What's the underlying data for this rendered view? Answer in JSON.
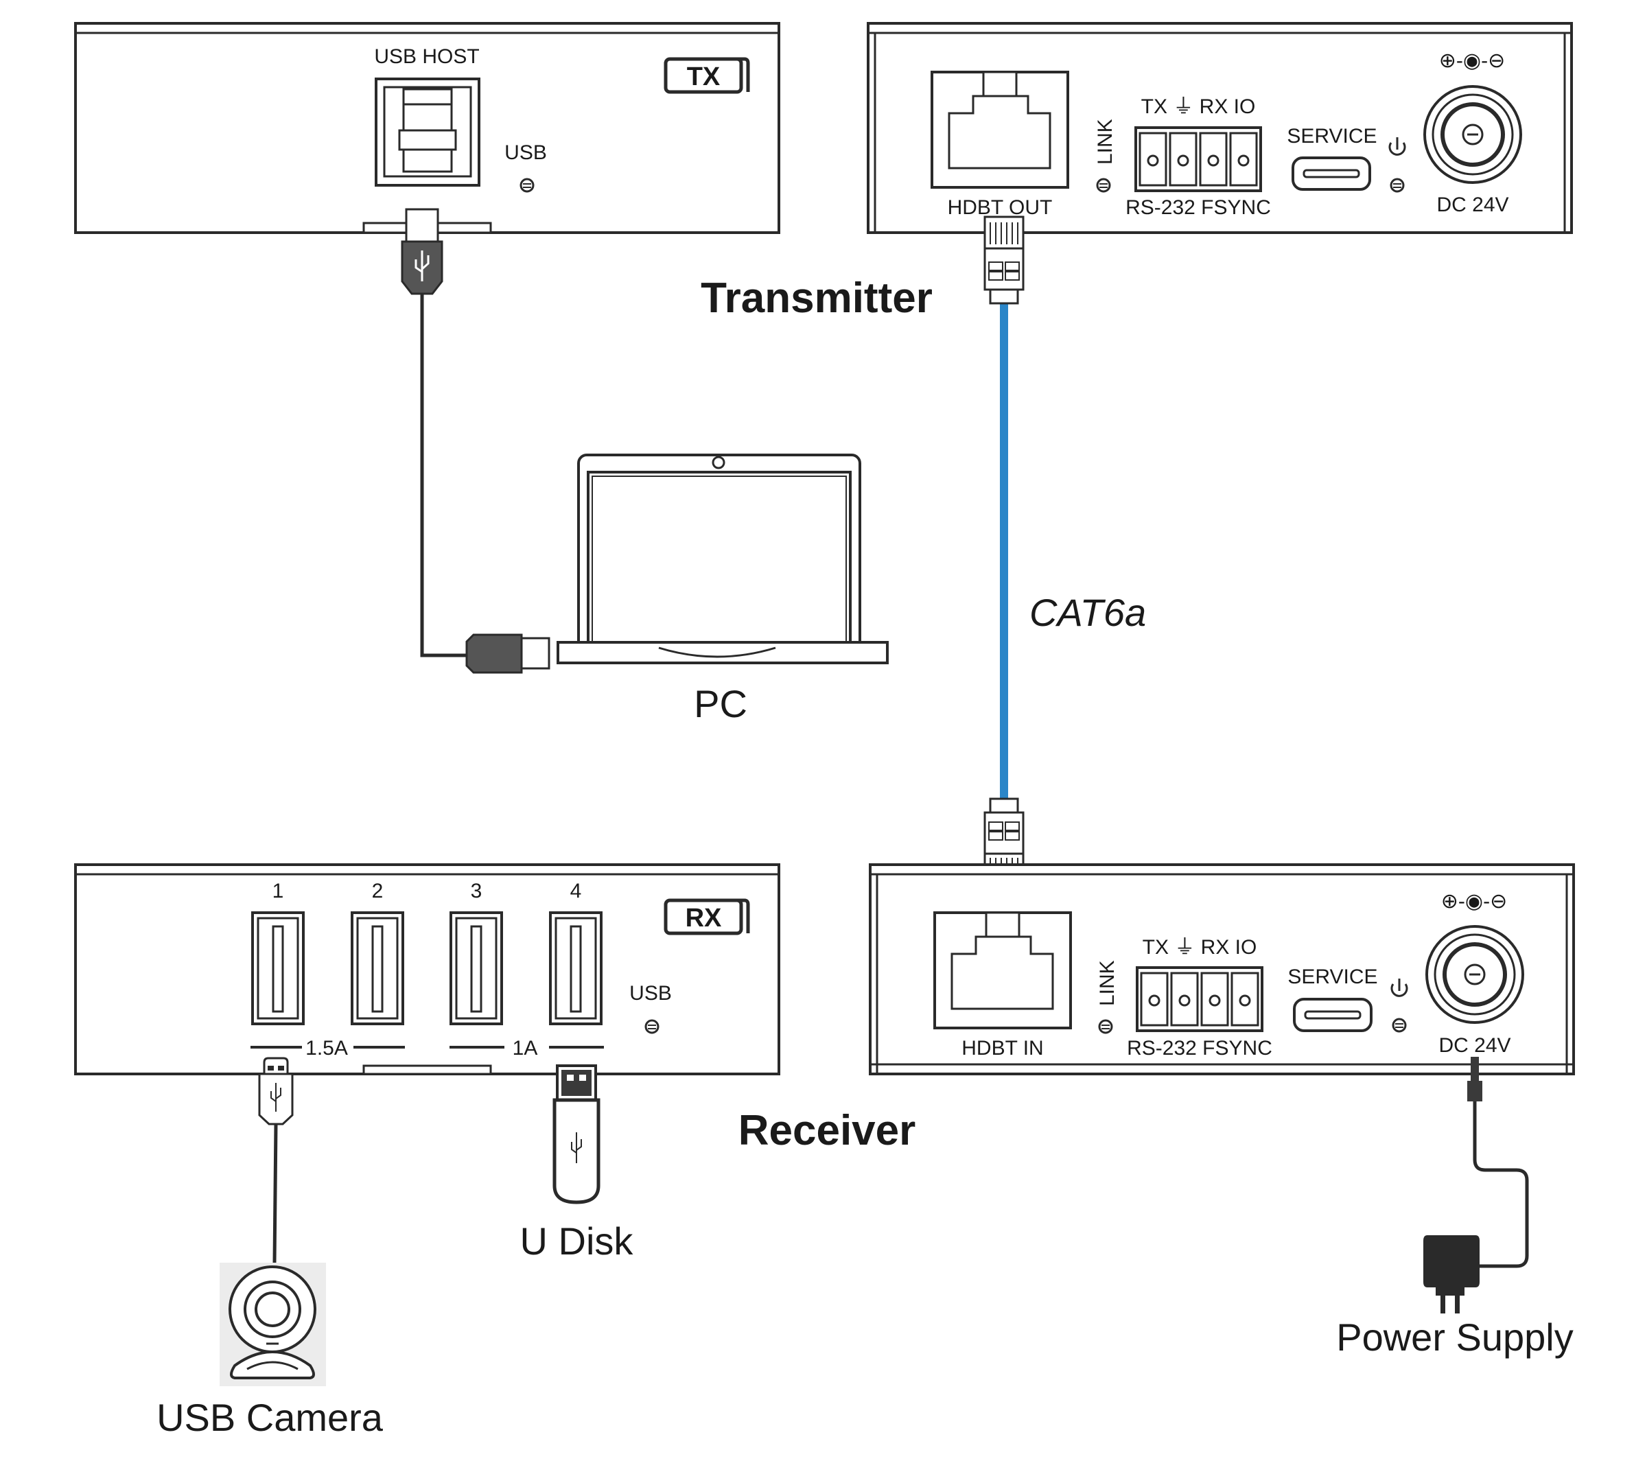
{
  "transmitter": {
    "title": "Transmitter",
    "badge": "TX",
    "front": {
      "usb_host_label": "USB HOST",
      "usb_led_label": "USB"
    },
    "rear": {
      "hdbt_label": "HDBT OUT",
      "link_label": "LINK",
      "terminal_top_label": "TX ⏚ RX IO",
      "terminal_bottom_label": "RS-232  FSYNC",
      "service_label": "SERVICE",
      "power_polarity": "⊕-◉-⊖",
      "dc_label": "DC 24V"
    }
  },
  "receiver": {
    "title": "Receiver",
    "badge": "RX",
    "front": {
      "ports": [
        "1",
        "2",
        "3",
        "4"
      ],
      "group_left_label": "1.5A",
      "group_right_label": "1A",
      "usb_led_label": "USB"
    },
    "rear": {
      "hdbt_label": "HDBT IN",
      "link_label": "LINK",
      "terminal_top_label": "TX ⏚ RX IO",
      "terminal_bottom_label": "RS-232  FSYNC",
      "service_label": "SERVICE",
      "power_polarity": "⊕-◉-⊖",
      "dc_label": "DC 24V"
    }
  },
  "devices": {
    "pc_label": "PC",
    "cable_label": "CAT6a",
    "camera_label": "USB Camera",
    "udisk_label": "U Disk",
    "power_label": "Power Supply"
  },
  "colors": {
    "cable": "#2b86c8",
    "stroke": "#2a2a2a",
    "connector": "#555555"
  }
}
